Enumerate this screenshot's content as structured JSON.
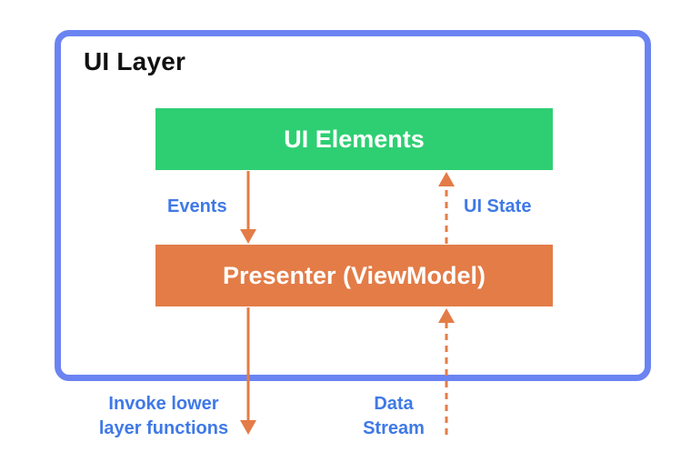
{
  "diagram": {
    "layer_title": "UI Layer",
    "boxes": {
      "ui_elements": "UI Elements",
      "presenter": "Presenter (ViewModel)"
    },
    "labels": {
      "events": "Events",
      "ui_state": "UI State",
      "invoke_line1": "Invoke lower",
      "invoke_line2": "layer functions",
      "data_line1": "Data",
      "data_line2": "Stream"
    }
  },
  "colors": {
    "frame": "#6b84f2",
    "ui_elements_fill": "#2ecf72",
    "presenter_fill": "#e37c47",
    "arrow": "#e37c47",
    "label_text": "#3f79e6"
  }
}
